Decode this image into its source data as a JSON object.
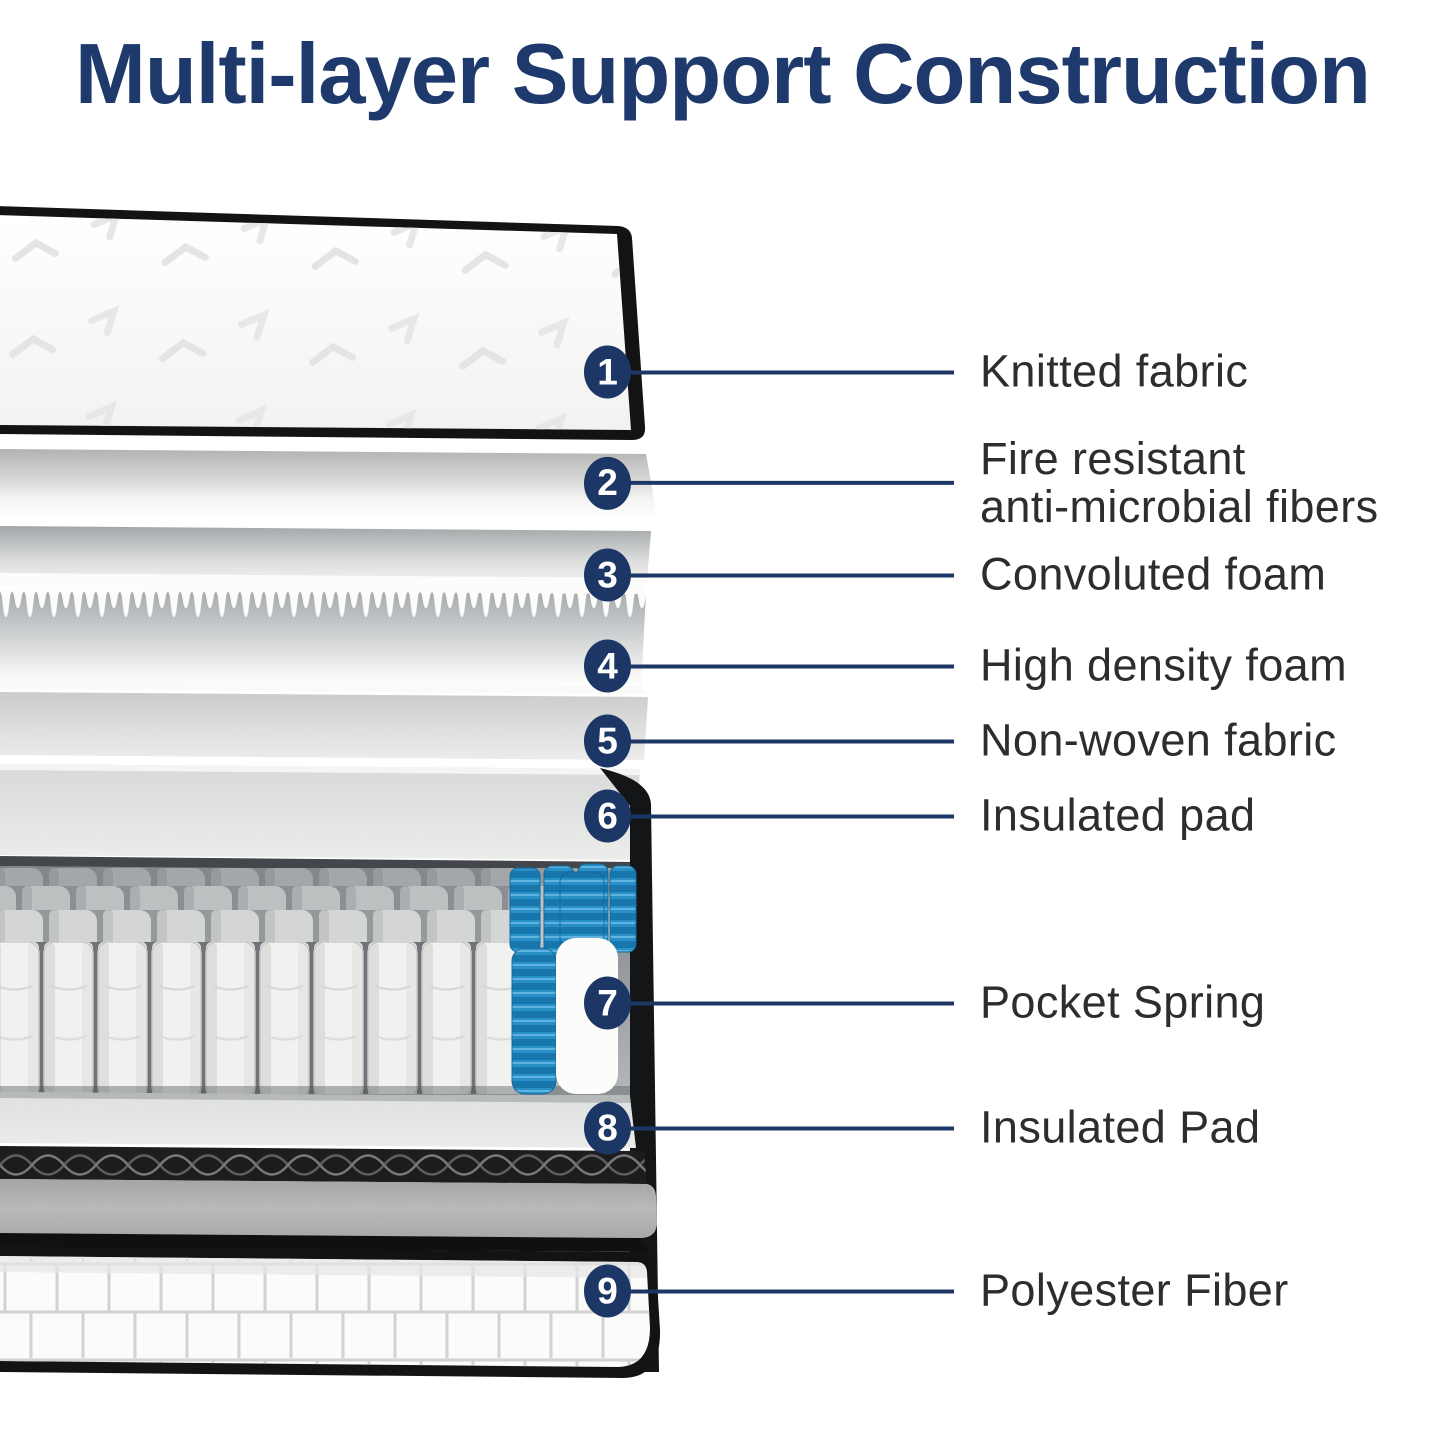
{
  "title": "Multi-layer Support Construction",
  "colors": {
    "title_navy": "#1e3a6c",
    "badge_navy": "#1c3765",
    "label_gray": "#2d2d2d",
    "spring_blue": "#2a90c8"
  },
  "callouts": [
    {
      "number": "1",
      "label": "Knitted fabric"
    },
    {
      "number": "2",
      "label": "Fire resistant\nanti-microbial fibers"
    },
    {
      "number": "3",
      "label": "Convoluted foam"
    },
    {
      "number": "4",
      "label": "High density foam"
    },
    {
      "number": "5",
      "label": "Non-woven fabric"
    },
    {
      "number": "6",
      "label": "Insulated pad"
    },
    {
      "number": "7",
      "label": "Pocket Spring"
    },
    {
      "number": "8",
      "label": "Insulated Pad"
    },
    {
      "number": "9",
      "label": "Polyester Fiber"
    }
  ]
}
